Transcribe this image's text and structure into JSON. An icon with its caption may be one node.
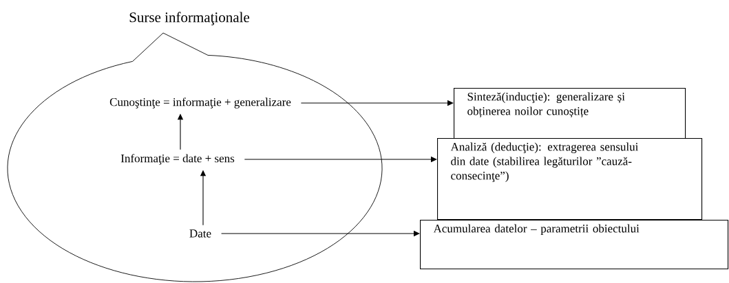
{
  "diagram": {
    "nodes": [
      {
        "text": [
          "Surse informaţionale"
        ]
      },
      {
        "text": [
          "Cunoştinţe = informaţie + generalizare"
        ],
        "in": 0
      },
      {
        "text": [
          "Informaţie = date + sens"
        ],
        "in": 0
      },
      {
        "text": [
          "Date"
        ],
        "in": 0
      },
      {
        "text": [
          "Sinteză(inducţie): generalizare și obținerea noilor cunoștițe"
        ]
      },
      {
        "text": [
          "Analiză (deducţie): extragerea sensului din date (stabilirea legăturilor ”cauză-consecinţe”)"
        ]
      },
      {
        "text": [
          "Acumularea datelor – parametrii obiectului"
        ]
      }
    ],
    "edges": [
      {
        "from": 3,
        "to": 2,
        "arrow": "to"
      },
      {
        "from": 2,
        "to": 1,
        "arrow": "to"
      },
      {
        "from": 1,
        "to": 4,
        "arrow": "to"
      },
      {
        "from": 2,
        "to": 5,
        "arrow": "to"
      },
      {
        "from": 3,
        "to": 6,
        "arrow": "to"
      }
    ]
  }
}
